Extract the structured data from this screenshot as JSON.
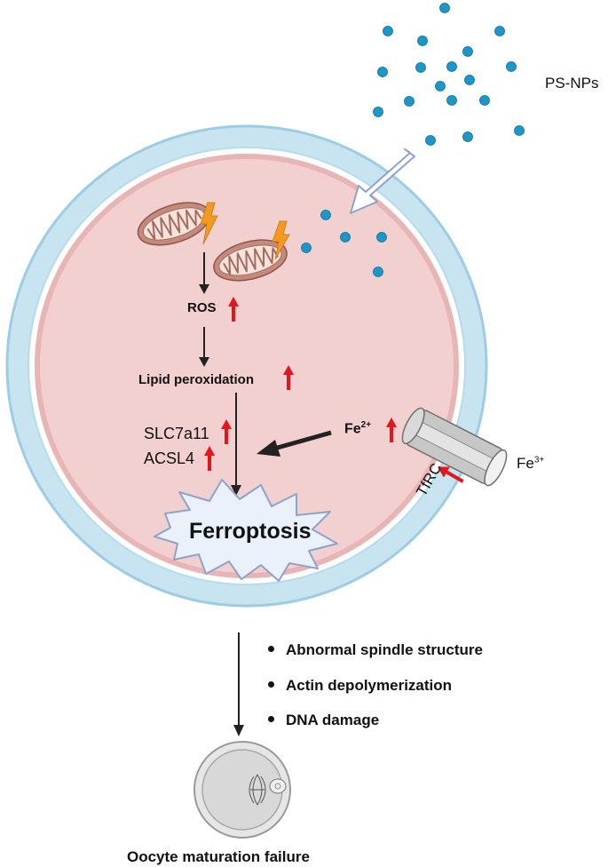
{
  "particles_label": "PS-NPs",
  "ros": "ROS",
  "lipid": "Lipid peroxidation",
  "slc": "SLC7a11",
  "acsl": "ACSL4",
  "fe2": {
    "base": "Fe",
    "sup": "2+"
  },
  "fe3": {
    "base": "Fe",
    "sup": "3+"
  },
  "tfrc": "TfRC",
  "ferroptosis": "Ferroptosis",
  "bullets": [
    "Abnormal spindle structure",
    "Actin depolymerization",
    "DNA damage"
  ],
  "outcome": "Oocyte maturation failure",
  "colors": {
    "zona": "#c9e4f1",
    "zona_edge": "#9ccde5",
    "cytoplasm": "#f2d0cf",
    "cytoplasm_edge": "#e9b4b4",
    "particle": "#1b97c9",
    "up_arrow": "#e4161c",
    "mito": "#c58a7c",
    "lightning": "#f39a1e"
  }
}
